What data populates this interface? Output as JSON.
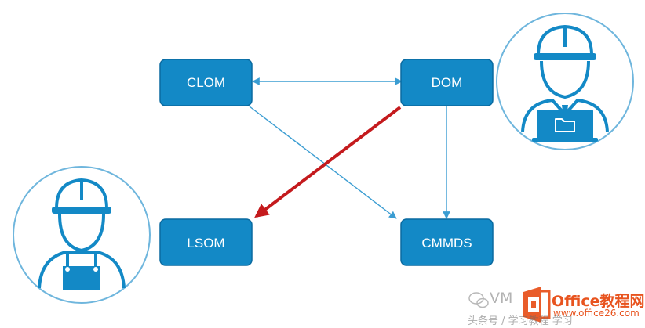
{
  "diagram": {
    "nodes": {
      "clom": "CLOM",
      "dom": "DOM",
      "lsom": "LSOM",
      "cmmds": "CMMDS"
    },
    "colors": {
      "node_fill": "#1389c6",
      "node_stroke": "#0a6aa0",
      "thin_arrow": "#3b9dd2",
      "highlight_arrow": "#c41a1d",
      "avatar": "#1389c6",
      "avatar_ring": "#6fb6dd"
    },
    "icons": [
      "worker-avatar-icon",
      "folder-icon"
    ]
  },
  "watermark": {
    "left_text": "VM",
    "brand": "Office教程网",
    "site": "www.office26.com",
    "footer": "头条号 / 学习教程  学习"
  }
}
